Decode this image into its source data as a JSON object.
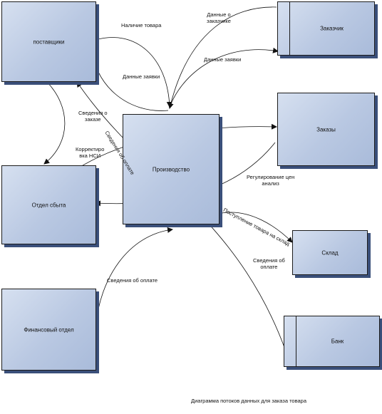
{
  "nodes": {
    "suppliers": "поставщики",
    "customer": "Заказчик",
    "orders": "Заказы",
    "sales": "Отдел сбыта",
    "production": "Производство",
    "warehouse": "Склад",
    "finance": "Финансовый отдел",
    "bank": "Банк"
  },
  "flows": {
    "goods_availability": "Наличие товара",
    "customer_data_1": "Данные о",
    "customer_data_2": "заказчике",
    "order_data_top": "Данные заявки",
    "order_data_left": "Данные заявки",
    "order_info_1": "Сведения о",
    "order_info_2": "заказе",
    "correction_1": "Корректиро",
    "correction_2": "вка НСИ",
    "supply_info": "Сведения об оплате",
    "price_reg_1": "Регулирование цен",
    "price_reg_2": "анализ",
    "goods_to_wh": "Поступление товара на склад",
    "payment_info_wh_1": "Сведения об",
    "payment_info_wh_2": "оплате",
    "payment_info": "Сведения об оплате"
  },
  "caption": "Диаграмма потоков данных для заказа товара"
}
